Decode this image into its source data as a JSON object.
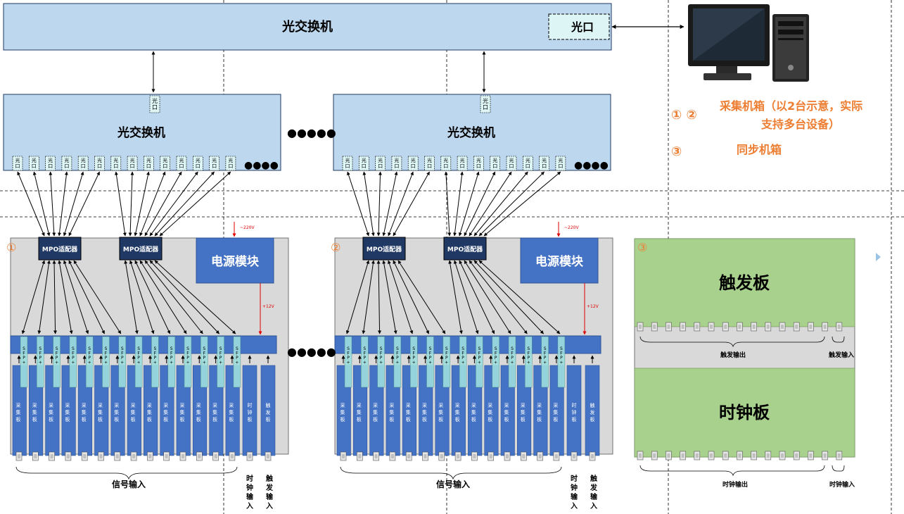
{
  "top_switch": {
    "title": "光交换机",
    "port_label": "光口"
  },
  "sub_switches": [
    {
      "title": "光交换机",
      "up_port": "光口",
      "port_label": "光口",
      "more": "●●●●"
    },
    {
      "title": "光交换机",
      "up_port": "光口",
      "port_label": "光口",
      "more": "●●●●"
    }
  ],
  "between_switches": "●●●●●",
  "between_chassis": "●●●●●",
  "legend": {
    "item1_markers": "① ②",
    "item1_line1": "采集机箱（以2台示意，实际",
    "item1_line2": "支持多台设备）",
    "item2_marker": "③",
    "item2_text": "同步机箱"
  },
  "chassis": [
    {
      "marker": "①",
      "adapters": [
        "MPO适配器",
        "MPO适配器"
      ],
      "power": "电源模块",
      "power_in": "~220V",
      "power_out": "+12V",
      "sfp_label": "SFP+",
      "board_label": "采集板",
      "clock_board": "时钟板",
      "trigger_board": "触发板",
      "signal_input": "信号输入",
      "clock_input": "时钟输入",
      "trigger_input": "触发输入"
    },
    {
      "marker": "②",
      "adapters": [
        "MPO适配器",
        "MPO适配器"
      ],
      "power": "电源模块",
      "power_in": "~220V",
      "power_out": "+12V",
      "sfp_label": "SFP+",
      "board_label": "采集板",
      "clock_board": "时钟板",
      "trigger_board": "触发板",
      "signal_input": "信号输入",
      "clock_input": "时钟输入",
      "trigger_input": "触发输入"
    }
  ],
  "sync_chassis": {
    "marker": "③",
    "trigger_board": "触发板",
    "trigger_output": "触发输出",
    "trigger_input": "触发输入",
    "clock_board": "时钟板",
    "clock_output": "时钟输出",
    "clock_input": "时钟输入"
  },
  "colors": {
    "switch_fill": "#bdd7ee",
    "chassis_fill": "#d9d9d9",
    "board_fill": "#4472c4",
    "adapter_fill": "#1f3864",
    "sync_fill": "#a9d18e",
    "port_fill": "#ddf5f5",
    "accent_orange": "#ed7d31",
    "arrow_red": "#e00000"
  }
}
